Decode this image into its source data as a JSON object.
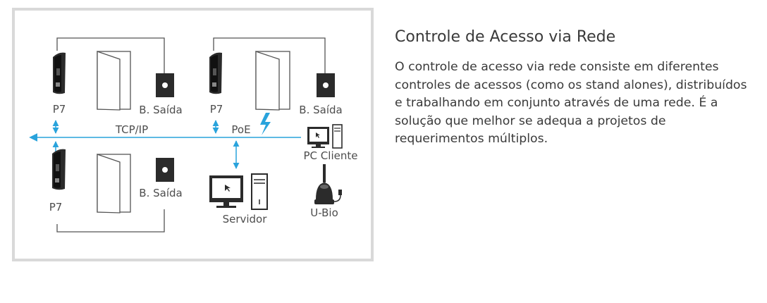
{
  "diagram": {
    "labels": {
      "p7_top_left": "P7",
      "p7_top_right": "P7",
      "p7_bottom": "P7",
      "exit_top_left": "B. Saída",
      "exit_top_right": "B. Saída",
      "exit_bottom": "B. Saída",
      "network": "TCP/IP",
      "poe": "PoE",
      "pc_client": "PC Cliente",
      "server": "Servidor",
      "ubio": "U-Bio"
    },
    "colors": {
      "network_line": "#29a3dc",
      "wiring": "#555555",
      "frame": "#d9d9d9",
      "device": "#2b2b2b"
    }
  },
  "panel": {
    "title": "Controle de Acesso via Rede",
    "body": "O controle de acesso via rede consiste em diferentes controles de acessos (como os stand alones), distribuídos e trabalhando em conjunto através de uma rede. É a solução que melhor se adequa a projetos de requerimentos múltiplos."
  }
}
